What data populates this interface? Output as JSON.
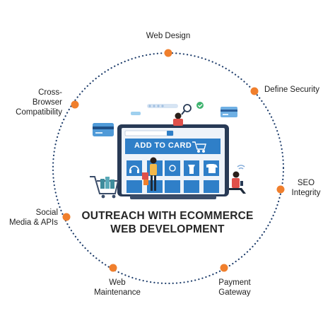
{
  "diagram": {
    "title_line1": "OUTREACH WITH ECOMMERCE",
    "title_line2": "WEB DEVELOPMENT",
    "screen_banner": "ADD TO CARD",
    "nodes": [
      {
        "id": "web-design",
        "label": "Web Design"
      },
      {
        "id": "define-security",
        "label": "Define Security"
      },
      {
        "id": "seo-integrity",
        "label_line1": "SEO",
        "label_line2": "Integrity"
      },
      {
        "id": "payment-gateway",
        "label_line1": "Payment",
        "label_line2": "Gateway"
      },
      {
        "id": "web-maintenance",
        "label_line1": "Web",
        "label_line2": "Maintenance"
      },
      {
        "id": "social-media-apis",
        "label_line1": "Social",
        "label_line2": "Media & APIs"
      },
      {
        "id": "cross-browser",
        "label_line1": "Cross-",
        "label_line2": "Browser",
        "label_line3": "Compatibility"
      }
    ]
  },
  "colors": {
    "ring_dots": "#1e3d6b",
    "node_fill": "#f07f2d",
    "screen_blue": "#2f7fc8",
    "monitor_dark": "#283a55",
    "accent_red": "#e0504a"
  },
  "icons": [
    "monitor-icon",
    "shopping-cart-icon",
    "credit-card-icon",
    "magnifier-icon",
    "check-icon",
    "person-icon",
    "wifi-icon"
  ]
}
